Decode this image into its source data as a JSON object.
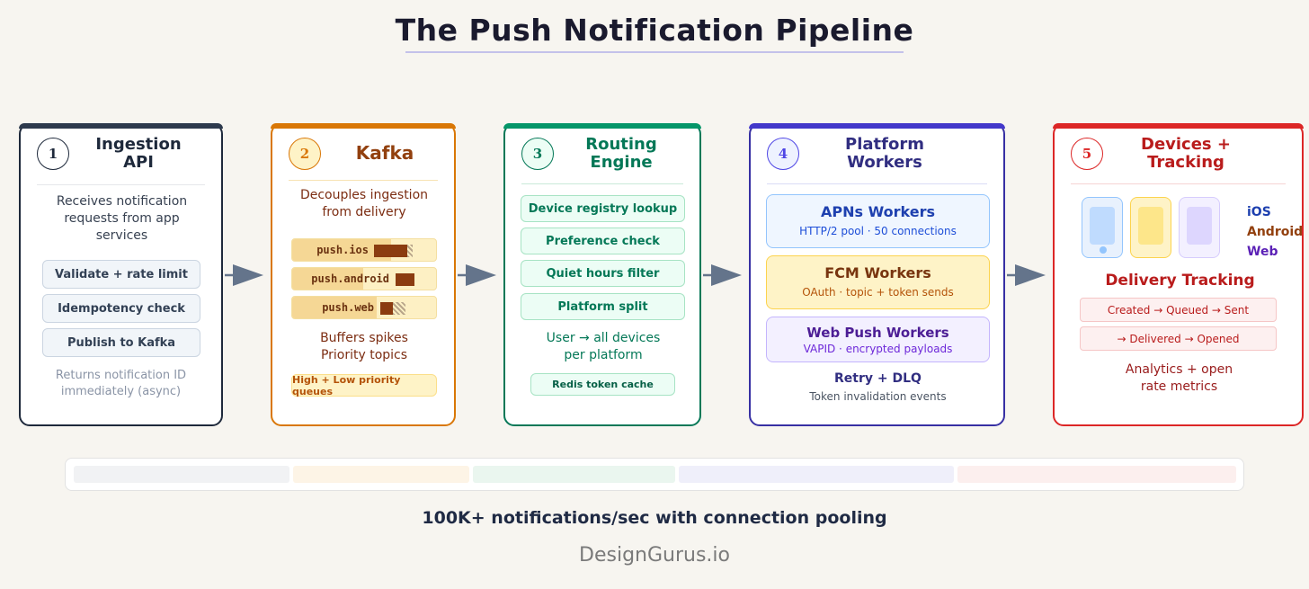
{
  "title": "The Push Notification Pipeline",
  "stages": {
    "s1": {
      "num": "1",
      "heading": "Ingestion API",
      "desc": "Receives notification requests from app services",
      "steps": [
        "Validate + rate limit",
        "Idempotency check",
        "Publish to Kafka"
      ],
      "note": "Returns notification ID immediately (async)"
    },
    "s2": {
      "num": "2",
      "heading": "Kafka",
      "desc": "Decouples ingestion from delivery",
      "topics": [
        {
          "name": "push.ios",
          "fill": 0.68
        },
        {
          "name": "push.android",
          "fill": 0.49
        },
        {
          "name": "push.web",
          "fill": 0.58
        }
      ],
      "note": "Buffers spikes Priority topics",
      "badge": "High + Low priority queues"
    },
    "s3": {
      "num": "3",
      "heading": "Routing Engine",
      "steps": [
        "Device registry lookup",
        "Preference check",
        "Quiet hours filter",
        "Platform split"
      ],
      "note": "User → all devices per platform",
      "badge": "Redis token cache"
    },
    "s4": {
      "num": "4",
      "heading": "Platform Workers",
      "workers": [
        {
          "title": "APNs Workers",
          "sub": "HTTP/2 pool · 50 connections"
        },
        {
          "title": "FCM Workers",
          "sub": "OAuth · topic + token sends"
        },
        {
          "title": "Web Push Workers",
          "sub": "VAPID · encrypted payloads"
        }
      ],
      "retry": "Retry + DLQ",
      "events": "Token invalidation events"
    },
    "s5": {
      "num": "5",
      "heading": "Devices + Tracking",
      "platforms": [
        "iOS",
        "Android",
        "Web"
      ],
      "tracking_title": "Delivery Tracking",
      "flow": [
        "Created → Queued → Sent",
        "→ Delivered → Opened"
      ],
      "note": "Analytics + open rate metrics"
    }
  },
  "tagline": "100K+ notifications/sec with connection pooling",
  "brand": "DesignGurus.io",
  "colors": {
    "ingestion": "#1e293b",
    "kafka": "#d97706",
    "routing": "#047857",
    "platform": "#3730a3",
    "devices": "#dc2626",
    "arrow": "#64748b"
  }
}
